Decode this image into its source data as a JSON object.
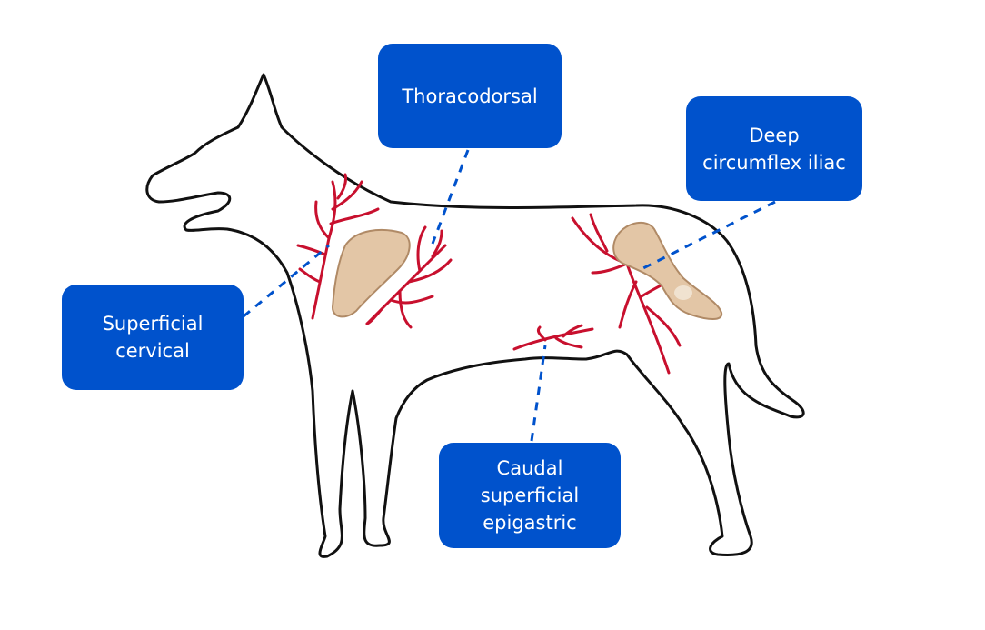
{
  "labels": {
    "thoracodorsal": "Thoracodorsal",
    "deep_circumflex_iliac": "Deep\ncircumflex iliac",
    "superficial_cervical": "Superficial\ncervical",
    "caudal_superficial_epigastric": "Caudal\nsuperficial\nepigastric"
  },
  "colors": {
    "label_bg": "#0052cc",
    "label_text": "#ffffff",
    "connector": "#0052cc",
    "outline": "#111111",
    "bone_fill": "#e3c6a6",
    "bone_stroke": "#b08a66",
    "vessel": "#c8102e"
  }
}
